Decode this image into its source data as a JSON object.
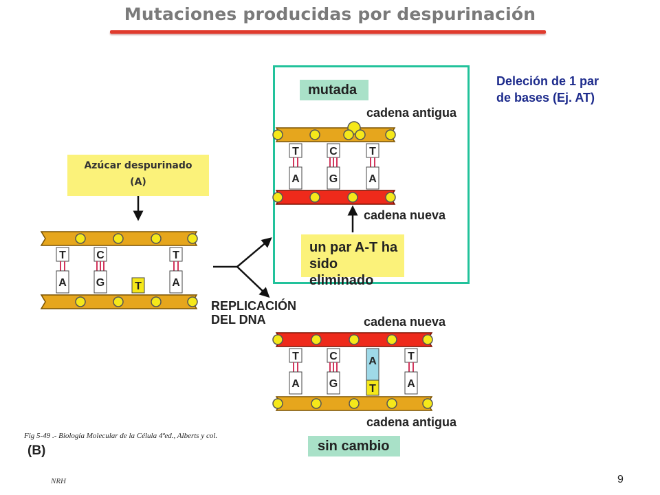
{
  "title": "Mutaciones producidas por despurinación",
  "sugar_box": {
    "line1": "Azúcar despurinado",
    "line2": "(A)"
  },
  "deletion_note": {
    "line1": "Deleción de 1 par",
    "line2": "de bases (Ej. AT)"
  },
  "replication_label": {
    "line1": "REPLICACIÓN",
    "line2": "DEL DNA"
  },
  "mutated": {
    "tag": "mutada",
    "old_strand_label": "cadena antigua",
    "new_strand_label": "cadena nueva",
    "callout_line1": "un par A-T ha",
    "callout_line2": "sido eliminado",
    "top_bases": [
      "T",
      "C",
      "T"
    ],
    "bottom_bases": [
      "A",
      "G",
      "A"
    ]
  },
  "original": {
    "top_bases": [
      "T",
      "C",
      "",
      "T"
    ],
    "bottom_bases": [
      "A",
      "G",
      "T",
      "A"
    ]
  },
  "unchanged": {
    "new_strand_label": "cadena nueva",
    "old_strand_label": "cadena antigua",
    "tag": "sin cambio",
    "top_bases": [
      "T",
      "C",
      "A",
      "T"
    ],
    "bottom_bases": [
      "A",
      "G",
      "T",
      "A"
    ]
  },
  "panel_label": "(B)",
  "citation": "Fig 5-49 .- Biología Molecular de la Célula 4ªed., Alberts y col.",
  "author": "NRH",
  "page_number": "9",
  "colors": {
    "old_strand": "#e6a61d",
    "new_strand": "#ee2a1b",
    "phosphate": "#f5e81a",
    "base_bg": "#ffffff",
    "highlight_base": "#f5e81a",
    "inserted_base": "#9fd9e8",
    "frame": "#22c29b",
    "title": "#7a7a7a",
    "accent_line": "#e03a2c"
  }
}
